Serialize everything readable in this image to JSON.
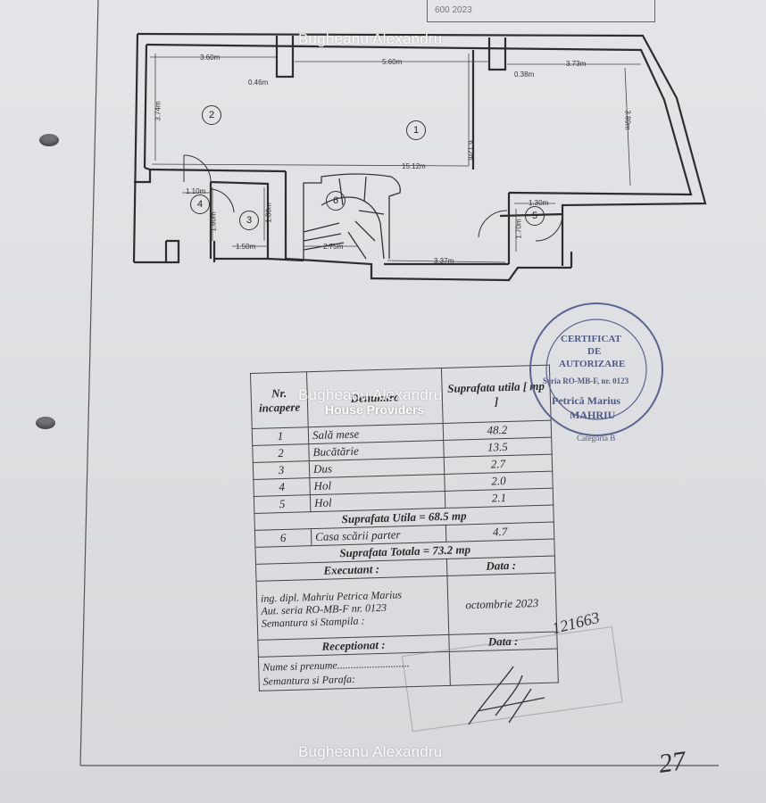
{
  "watermark": {
    "name": "Bugheanu Alexandru",
    "brand": "House Providers"
  },
  "top_box_text": "600 2023",
  "plan": {
    "dimensions": [
      "3.60m",
      "0.46m",
      "5.60m",
      "0.38m",
      "3.73m",
      "3.74m",
      "15.12m",
      "6.12m",
      "3.89m",
      "1.10m",
      "1.80m",
      "1.50m",
      "1.80m",
      "2.75m",
      "3.37m",
      "1.30m",
      "1.70m"
    ],
    "room_numbers": [
      "1",
      "2",
      "3",
      "4",
      "5",
      "6"
    ]
  },
  "table": {
    "headers": {
      "nr": "Nr. incapere",
      "den": "Denumire",
      "sup": "Suprafata utila [ mp ]"
    },
    "rows": [
      {
        "nr": "1",
        "name": "Sală mese",
        "area": "48.2"
      },
      {
        "nr": "2",
        "name": "Bucătărie",
        "area": "13.5"
      },
      {
        "nr": "3",
        "name": "Dus",
        "area": "2.7"
      },
      {
        "nr": "4",
        "name": "Hol",
        "area": "2.0"
      },
      {
        "nr": "5",
        "name": "Hol",
        "area": "2.1"
      }
    ],
    "subtotal": "Suprafata Utila = 68.5 mp",
    "extra_row": {
      "nr": "6",
      "name": "Casa scării parter",
      "area": "4.7"
    },
    "total": "Suprafata Totala = 73.2 mp",
    "executant_label": "Executant :",
    "data_label": "Data :",
    "executant_lines": [
      "ing. dipl. Mahriu Petrica Marius",
      "Aut. seria RO-MB-F nr. 0123",
      "Semantura si Stampila :"
    ],
    "executant_date": "octombrie 2023",
    "receptionat_label": "Receptionat :",
    "receptionat_data_label": "Data :",
    "receptionat_lines": [
      "Nume si prenume...........................",
      "Semantura si Parafa:"
    ]
  },
  "stamp": {
    "l1": "CERTIFICAT",
    "l2": "DE",
    "l3": "AUTORIZARE",
    "l4": "Seria RO-MB-F, nr. 0123",
    "l5": "Petrică Marius",
    "l6": "MAHRIU",
    "l7": "Categoria B"
  },
  "handwritten": {
    "registration": "121663",
    "page_number": "27"
  }
}
